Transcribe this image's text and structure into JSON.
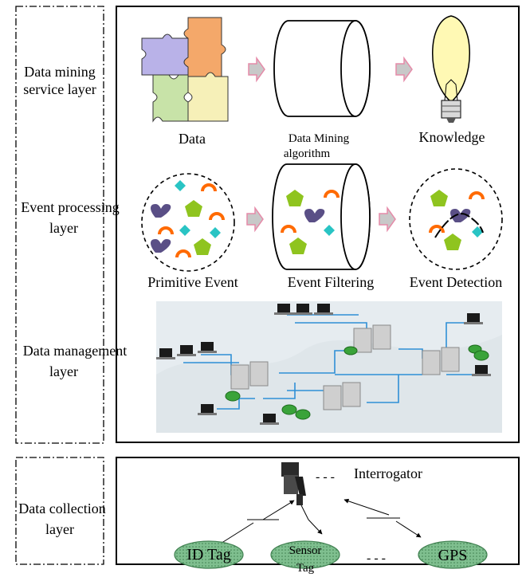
{
  "layers": {
    "mining": "Data mining service layer",
    "mining_line1": "Data mining",
    "mining_line2": "service layer",
    "event_line1": "Event processing",
    "event_line2": "layer",
    "management_line1": "Data management",
    "management_line2": "layer",
    "collection_line1": "Data collection",
    "collection_line2": "layer"
  },
  "mining_row": {
    "data": "Data",
    "algorithm_line1": "Data Mining",
    "algorithm_line2": "algorithm",
    "knowledge": "Knowledge"
  },
  "event_row": {
    "primitive": "Primitive Event",
    "filtering": "Event Filtering",
    "detection": "Event Detection"
  },
  "collection": {
    "interrogator": "Interrogator",
    "id_tag": "ID Tag",
    "sensor_line1": "Sensor",
    "sensor_line2": "Tag",
    "gps": "GPS"
  },
  "colors": {
    "arrow_fill": "#c8c8c8",
    "arrow_stroke": "#e58aa8",
    "tag_fill": "#7fbf8f",
    "tag_stroke": "#3f7f4f",
    "diamond": "#29c4c4",
    "heart": "#5a4f86",
    "pentagon": "#8fc41f",
    "arc": "#ff6a00",
    "network_bg": "#e6ecf0",
    "link": "#2f8fd6"
  },
  "icons": [
    "puzzle-icon",
    "cylinder-icon",
    "lightbulb-icon",
    "network-icon",
    "rfid-reader-icon"
  ]
}
